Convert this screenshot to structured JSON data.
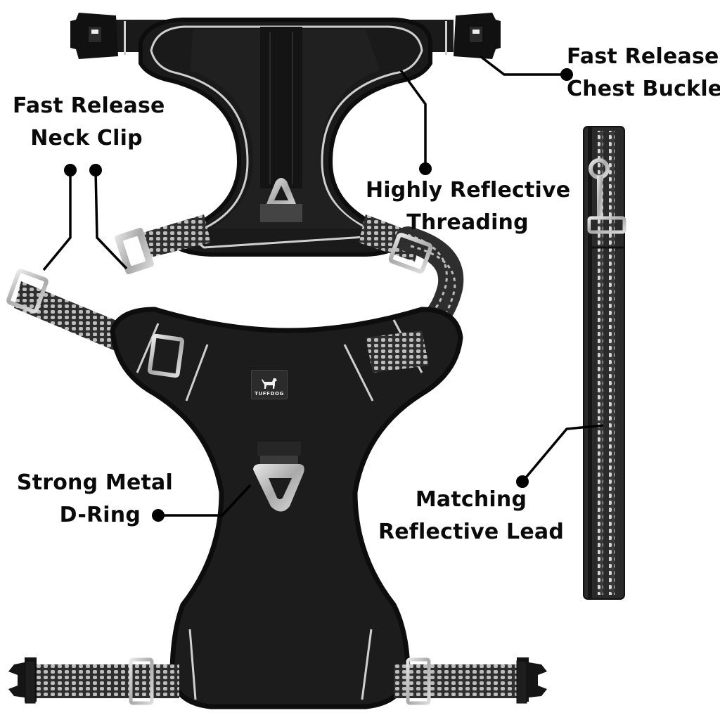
{
  "product": {
    "brand": "TUFFDOG",
    "colors": {
      "background": "#ffffff",
      "harness_body": "#1c1c1c",
      "harness_edge": "#101010",
      "reflective_trim": "#cfcfcf",
      "webbing": "#2e2e2e",
      "reflective_dots": "#bdbdbd",
      "metal": "#c8c8c8",
      "label_text": "#0a0a0a"
    }
  },
  "callouts": [
    {
      "id": "neck-clip",
      "lines": [
        "Fast Release",
        "Neck Clip"
      ]
    },
    {
      "id": "chest-buckle",
      "lines": [
        "Fast Release",
        "Chest Buckle"
      ]
    },
    {
      "id": "reflective-threading",
      "lines": [
        "Highly Reflective",
        "Threading"
      ]
    },
    {
      "id": "d-ring",
      "lines": [
        "Strong Metal",
        "D-Ring"
      ]
    },
    {
      "id": "reflective-lead",
      "lines": [
        "Matching",
        "Reflective Lead"
      ]
    }
  ],
  "icons": {
    "callout_dot": "filled-circle",
    "brand_logo": "dog-silhouette-icon"
  }
}
